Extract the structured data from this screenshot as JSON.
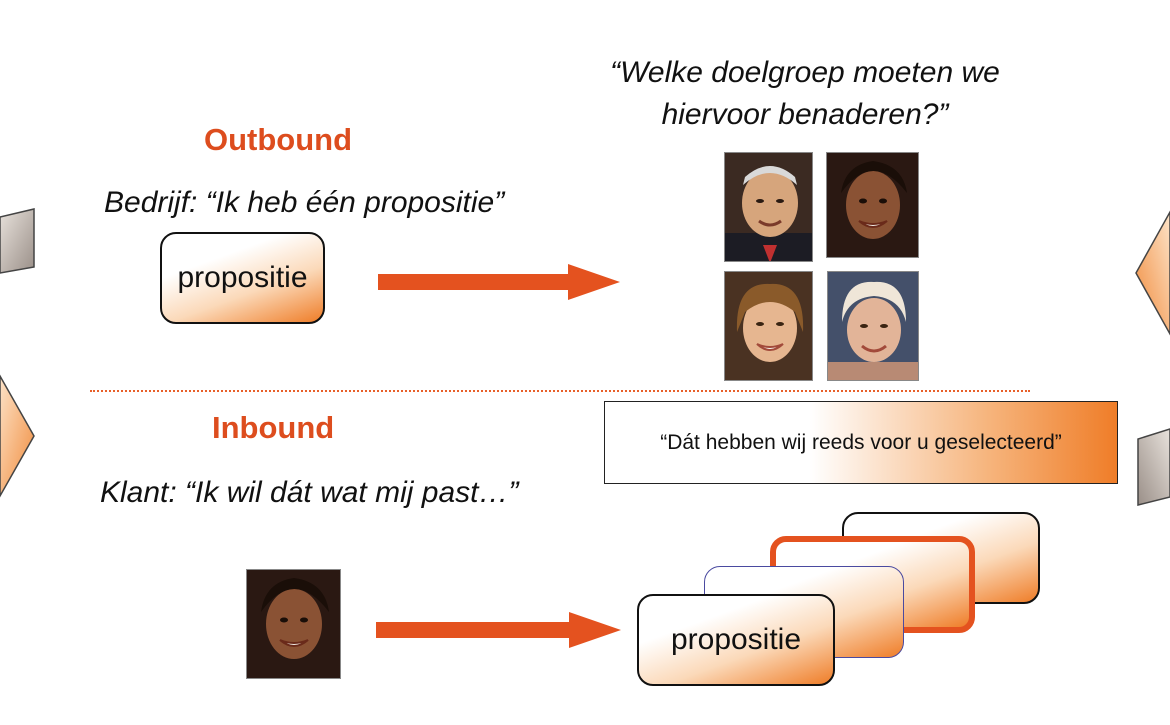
{
  "outbound": {
    "heading": "Outbound",
    "quote": "Bedrijf: “Ik heb één propositie”",
    "box_label": "propositie",
    "target_question_line1": "“Welke doelgroep moeten we",
    "target_question_line2": "hiervoor benaderen?”"
  },
  "inbound": {
    "heading": "Inbound",
    "quote": "Klant: “Ik wil dát wat mij past…”",
    "selected_text": "“Dát hebben wij reeds voor u geselecteerd”",
    "box_label": "propositie"
  },
  "colors": {
    "accent": "#dd4d1e",
    "arrow": "#e4521f",
    "divider": "#e8602a",
    "box_gradient_end": "#ef7d28"
  },
  "icons": [
    "right-arrow-icon",
    "left-arrow-icon",
    "face-photo"
  ]
}
